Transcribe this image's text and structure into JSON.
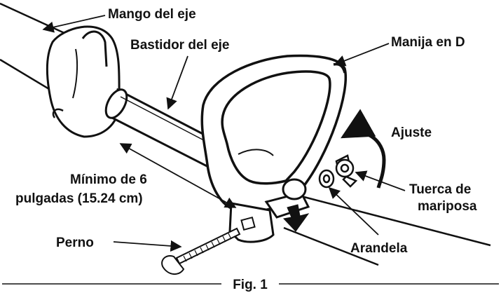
{
  "labels": {
    "shaft_handle": "Mango del eje",
    "shaft_frame": "Bastidor del eje",
    "d_handle": "Manija en D",
    "adjust": "Ajuste",
    "wing_nut_1": "Tuerca de",
    "wing_nut_2": "mariposa",
    "min_1": "Mínimo de 6",
    "min_2": "pulgadas (15.24 cm)",
    "bolt": "Perno",
    "washer": "Arandela"
  },
  "caption": "Fig. 1",
  "colors": {
    "ink": "#111111",
    "paper": "#ffffff"
  },
  "icons": [
    "arrow-icon",
    "curved-arrow-icon",
    "wing-nut-icon",
    "washer-icon",
    "bolt-icon"
  ]
}
